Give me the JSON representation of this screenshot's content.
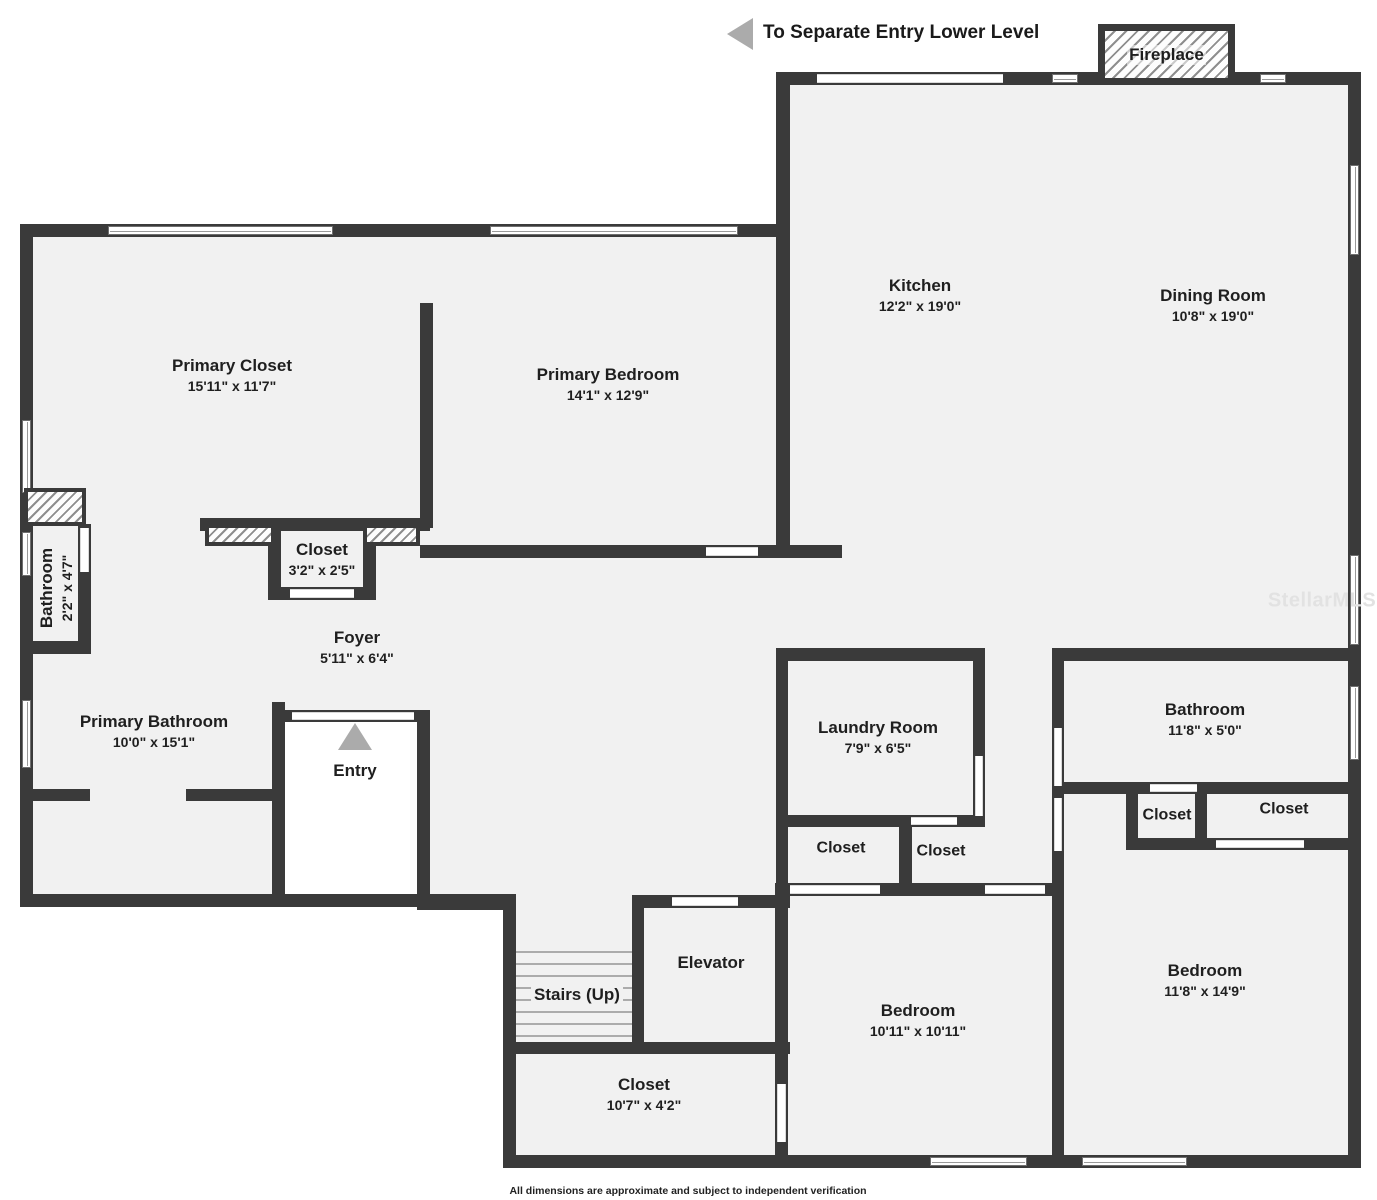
{
  "header": {
    "separate_entry_label": "To Separate Entry Lower Level"
  },
  "fireplace": {
    "label": "Fireplace"
  },
  "rooms": {
    "kitchen": {
      "name": "Kitchen",
      "dims": "12'2\" x 19'0\""
    },
    "dining_room": {
      "name": "Dining Room",
      "dims": "10'8\" x 19'0\""
    },
    "primary_closet": {
      "name": "Primary Closet",
      "dims": "15'11\" x 11'7\""
    },
    "primary_bedroom": {
      "name": "Primary Bedroom",
      "dims": "14'1\" x 12'9\""
    },
    "hall_bathroom": {
      "name": "Bathroom",
      "dims": "2'2\" x 4'7\""
    },
    "foyer_closet": {
      "name": "Closet",
      "dims": "3'2\" x 2'5\""
    },
    "foyer": {
      "name": "Foyer",
      "dims": "5'11\" x 6'4\""
    },
    "primary_bathroom": {
      "name": "Primary Bathroom",
      "dims": "10'0\" x 15'1\""
    },
    "entry": {
      "name": "Entry"
    },
    "laundry_room": {
      "name": "Laundry Room",
      "dims": "7'9\" x 6'5\""
    },
    "bathroom2": {
      "name": "Bathroom",
      "dims": "11'8\" x 5'0\""
    },
    "laundry_closet_left": {
      "name": "Closet"
    },
    "laundry_closet_right": {
      "name": "Closet"
    },
    "bath_closet_left": {
      "name": "Closet"
    },
    "bath_closet_right": {
      "name": "Closet"
    },
    "elevator": {
      "name": "Elevator"
    },
    "stairs": {
      "name": "Stairs (Up)"
    },
    "bedroom1": {
      "name": "Bedroom",
      "dims": "10'11\" x 10'11\""
    },
    "bedroom2": {
      "name": "Bedroom",
      "dims": "11'8\" x 14'9\""
    },
    "lower_closet": {
      "name": "Closet",
      "dims": "10'7\" x 4'2\""
    }
  },
  "footer": {
    "disclaimer": "All dimensions are approximate and subject to independent verification"
  },
  "watermark": {
    "text": "StellarMLS"
  },
  "colors": {
    "wall": "#3a3a3a",
    "floor": "#f1f1f1",
    "marker_gray": "#ababab"
  }
}
